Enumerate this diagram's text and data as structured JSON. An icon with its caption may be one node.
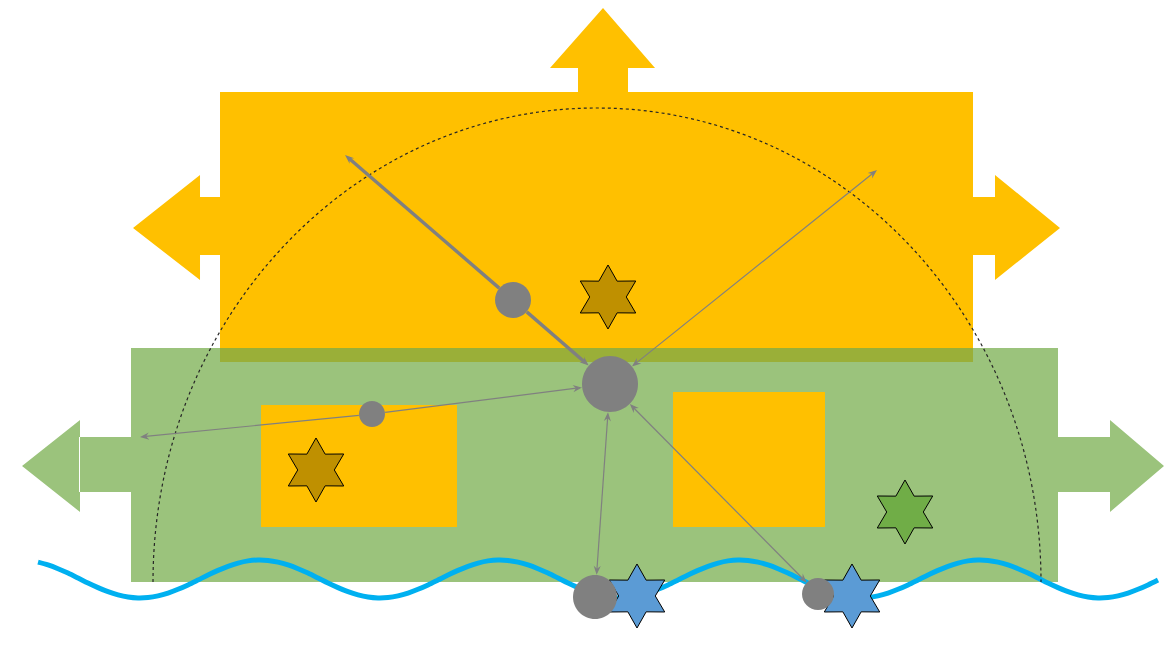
{
  "diagram": {
    "nodes": [
      {
        "text": [],
        "shape": "circle"
      },
      {
        "text": [],
        "shape": "circle"
      },
      {
        "text": [],
        "shape": "circle"
      },
      {
        "text": [],
        "shape": "circle"
      },
      {
        "text": [],
        "shape": "circle"
      }
    ],
    "edges": [
      {
        "from": 0,
        "to": 1,
        "arrow": "to",
        "style": "thick"
      },
      {
        "from": 0,
        "to": null,
        "arrow": "to",
        "style": "thick"
      },
      {
        "from": 2,
        "to": 1,
        "arrow": "to"
      },
      {
        "from": 2,
        "to": null,
        "arrow": "to"
      },
      {
        "from": null,
        "to": 1,
        "arrow": "both"
      },
      {
        "from": 1,
        "to": 3,
        "arrow": "both"
      },
      {
        "from": 1,
        "to": 4,
        "arrow": "both"
      }
    ]
  }
}
